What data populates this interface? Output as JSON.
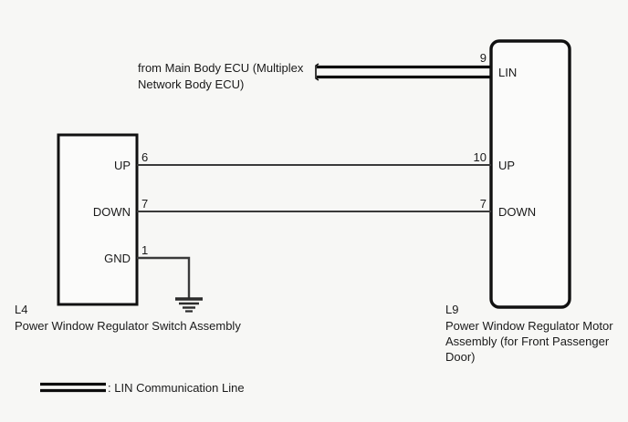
{
  "diagram": {
    "note": {
      "line1": "from Main Body ECU (Multiplex",
      "line2": "Network Body ECU)"
    },
    "left_connector": {
      "id": "L4",
      "caption_lines": [
        "Power Window Regulator Switch Assembly"
      ],
      "terminals": [
        {
          "label": "UP",
          "pin": "6"
        },
        {
          "label": "DOWN",
          "pin": "7"
        },
        {
          "label": "GND",
          "pin": "1"
        }
      ]
    },
    "right_connector": {
      "id": "L9",
      "caption_lines": [
        "Power Window Regulator Motor",
        "Assembly (for Front Passenger",
        "Door)"
      ],
      "terminals": [
        {
          "label": "LIN",
          "pin": "9"
        },
        {
          "label": "UP",
          "pin": "10"
        },
        {
          "label": "DOWN",
          "pin": "7"
        }
      ]
    },
    "legend": {
      "text": ": LIN Communication Line"
    },
    "colors": {
      "background": "#f7f7f5",
      "line": "#3a3a3a",
      "box_border": "#111111",
      "text": "#1a1a1a",
      "lin_line": "#0d0d0d"
    }
  }
}
